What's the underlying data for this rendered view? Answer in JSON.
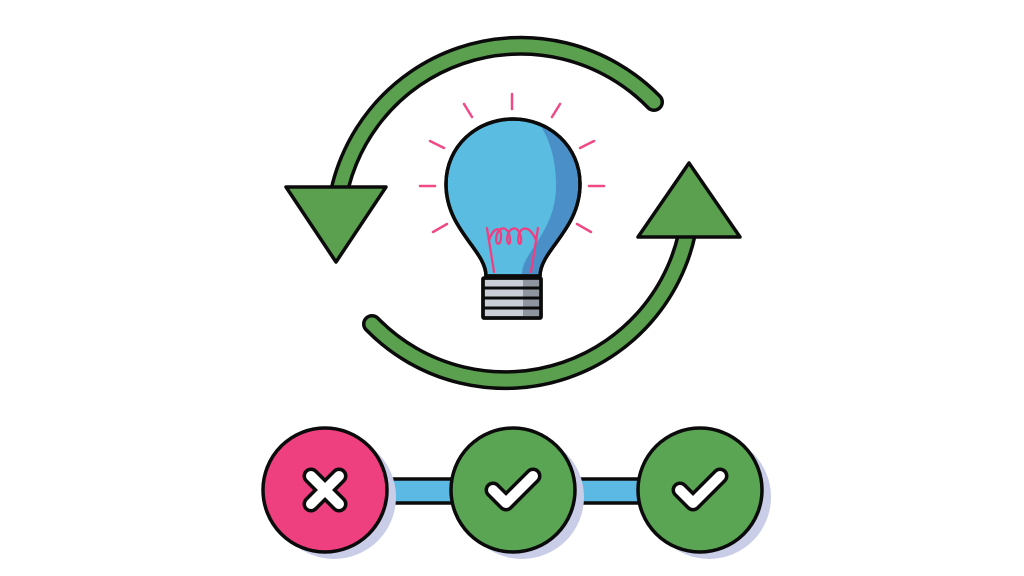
{
  "illustration": {
    "subject": "iteration-cycle",
    "icons": [
      "cycle-arrows-icon",
      "lightbulb-icon",
      "close-icon",
      "checkmark-icon",
      "checkmark-icon"
    ]
  },
  "colors": {
    "outline": "#0b0b0b",
    "arrow_green": "#5aa04f",
    "bulb_light": "#5bbce2",
    "bulb_shade": "#4a8fc7",
    "filament_pink": "#ef3f80",
    "rays_pink": "#ef4a86",
    "base_light": "#c9ced7",
    "base_dark": "#8f959f",
    "fail_pink": "#ee3f7f",
    "success_green": "#5aa553",
    "connector_blue": "#5cb9e3",
    "shadow": "#c9cde8",
    "white": "#ffffff"
  },
  "steps": [
    {
      "status": "fail",
      "icon": "close-icon"
    },
    {
      "status": "success",
      "icon": "checkmark-icon"
    },
    {
      "status": "success",
      "icon": "checkmark-icon"
    }
  ]
}
